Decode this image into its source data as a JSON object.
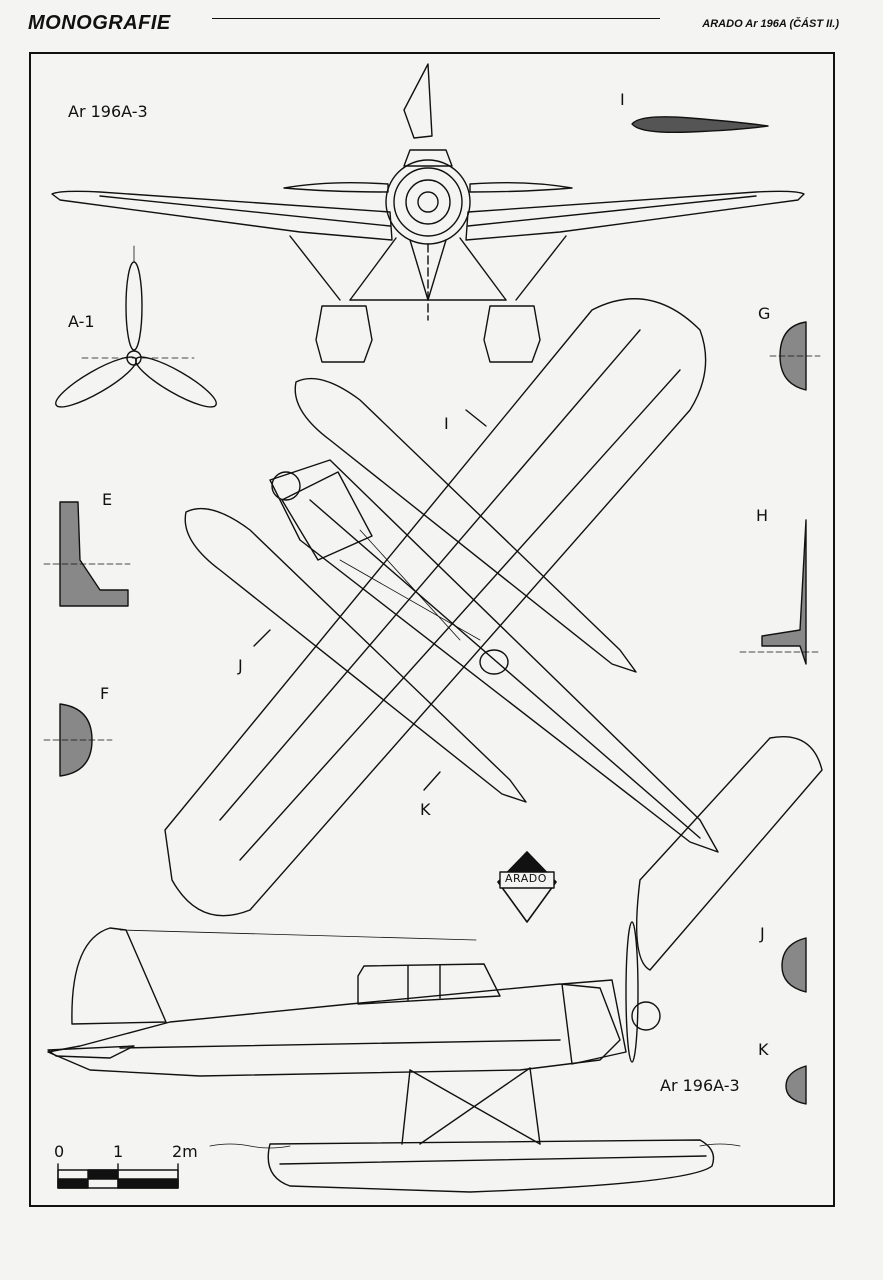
{
  "header": {
    "section": "MONOGRAFIE",
    "subject": "ARADO Ar 196A (ČÁST II.)"
  },
  "drawing": {
    "front_view_title": "Ar 196A-3",
    "side_view_title": "Ar 196A-3",
    "propeller_label": "A-1",
    "logo_text": "ARADO"
  },
  "sections": {
    "I_top": "I",
    "I_plan": "I",
    "G": "G",
    "E": "E",
    "H": "H",
    "J_plan": "J",
    "F": "F",
    "K_plan": "K",
    "J_right": "J",
    "K_right": "K"
  },
  "scale_bar": {
    "tick_0": "0",
    "tick_1": "1",
    "tick_2": "2m"
  }
}
